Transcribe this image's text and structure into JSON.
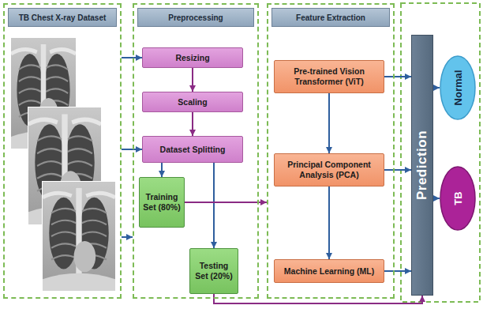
{
  "diagram": {
    "nodes": [
      {
        "text": [
          "TB Chest X-ray Dataset"
        ]
      },
      {
        "text": [
          "Preprocessing"
        ]
      },
      {
        "text": [
          "Resizing"
        ],
        "in": 1
      },
      {
        "text": [
          "Scaling"
        ],
        "in": 1
      },
      {
        "text": [
          "Dataset Splitting"
        ],
        "in": 1
      },
      {
        "text": [
          "Training Set (80%)"
        ],
        "in": 1
      },
      {
        "text": [
          "Testing Set (20%)"
        ],
        "in": 1
      },
      {
        "text": [
          "Feature Extraction"
        ]
      },
      {
        "text": [
          "Pre-trained Vision Transformer (ViT)"
        ],
        "in": 7
      },
      {
        "text": [
          "Principal Component Analysis (PCA)"
        ],
        "in": 7
      },
      {
        "text": [
          "Machine Learning (ML)"
        ],
        "in": 7
      },
      {
        "text": [
          "Prediction"
        ]
      },
      {
        "text": [
          "Normal"
        ]
      },
      {
        "text": [
          "TB"
        ]
      }
    ],
    "edges": [
      {
        "from": 0,
        "to": 2,
        "arrow": "to"
      },
      {
        "from": 0,
        "to": 4,
        "arrow": "to"
      },
      {
        "from": 0,
        "to": 1,
        "arrow": "to"
      },
      {
        "from": 2,
        "to": 3,
        "arrow": "to"
      },
      {
        "from": 3,
        "to": 4,
        "arrow": "to"
      },
      {
        "from": 4,
        "to": 5,
        "arrow": "to"
      },
      {
        "from": 4,
        "to": 6,
        "arrow": "to"
      },
      {
        "from": 5,
        "to": 7,
        "arrow": "to"
      },
      {
        "from": 6,
        "to": 11,
        "arrow": "to"
      },
      {
        "from": 8,
        "to": 9,
        "arrow": "to"
      },
      {
        "from": 9,
        "to": 10,
        "arrow": "to"
      },
      {
        "from": 8,
        "to": 11,
        "arrow": "to"
      },
      {
        "from": 9,
        "to": 11,
        "arrow": "to"
      },
      {
        "from": 10,
        "to": 11,
        "arrow": "to"
      },
      {
        "from": 11,
        "to": 12,
        "arrow": "to"
      },
      {
        "from": 11,
        "to": 13,
        "arrow": "to"
      }
    ]
  }
}
